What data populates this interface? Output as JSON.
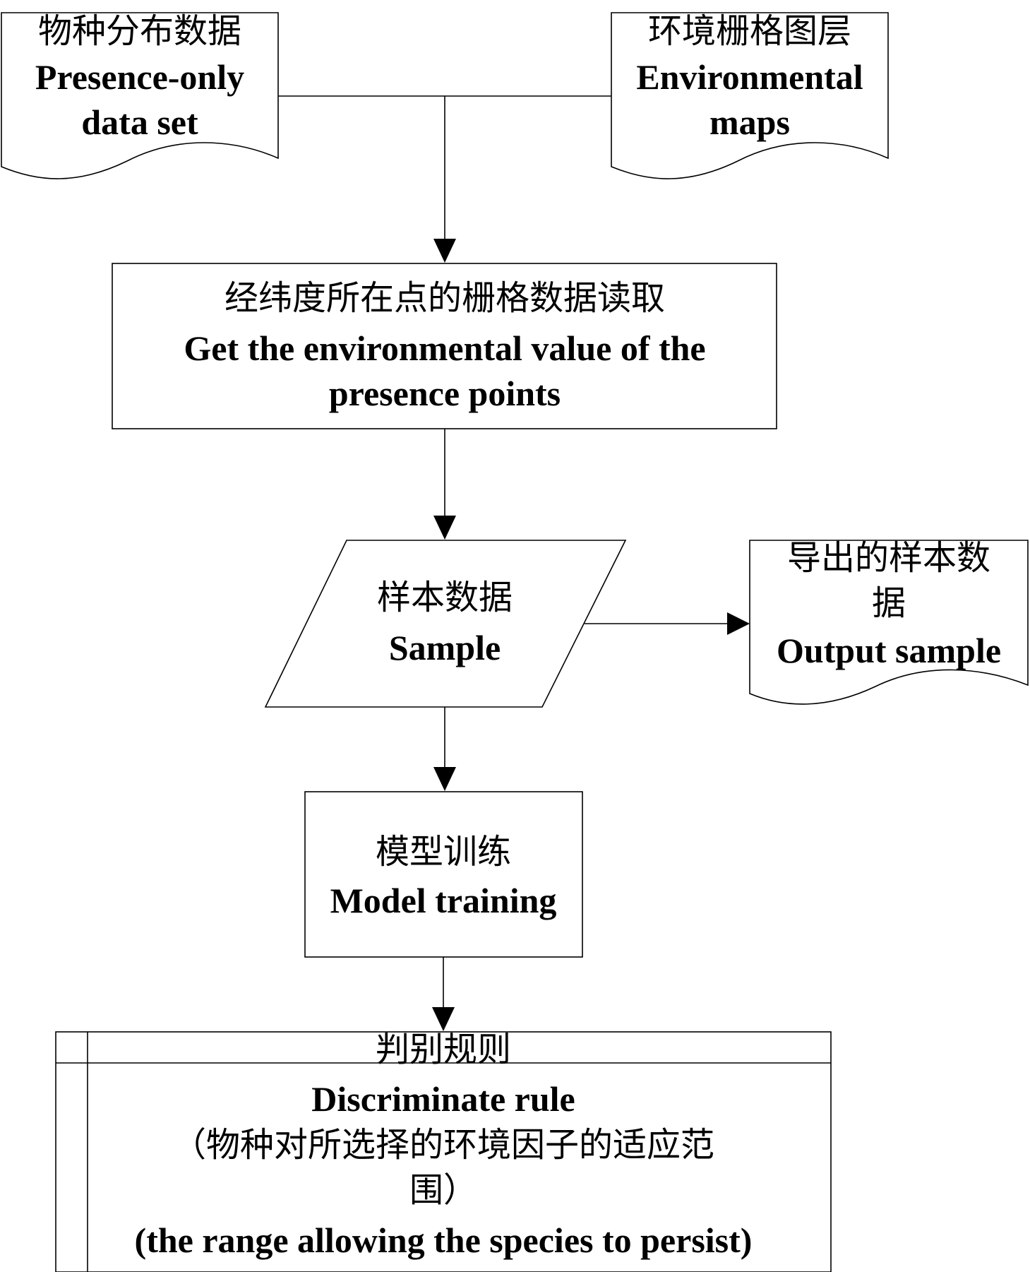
{
  "nodes": {
    "presence_data": {
      "zh": "物种分布数据",
      "en_line1": "Presence-only",
      "en_line2": "data set"
    },
    "env_maps": {
      "zh": "环境栅格图层",
      "en_line1": "Environmental",
      "en_line2": "maps"
    },
    "extract": {
      "zh": "经纬度所在点的栅格数据读取",
      "en_line1": "Get the environmental value of the",
      "en_line2": "presence points"
    },
    "sample": {
      "zh": "样本数据",
      "en": "Sample"
    },
    "output_sample": {
      "zh_line1": "导出的样本数",
      "zh_line2": "据",
      "en": "Output sample"
    },
    "model_training": {
      "zh": "模型训练",
      "en": "Model training"
    },
    "discriminate_rule": {
      "zh": "判别规则",
      "en": "Discriminate rule",
      "zh_note_line1": "（物种对所选择的环境因子的适应范",
      "zh_note_line2": "围）",
      "en_note": "(the range allowing the species to persist)"
    }
  },
  "edges": [
    {
      "from": "presence_data",
      "to": "extract"
    },
    {
      "from": "env_maps",
      "to": "extract"
    },
    {
      "from": "extract",
      "to": "sample"
    },
    {
      "from": "sample",
      "to": "output_sample"
    },
    {
      "from": "sample",
      "to": "model_training"
    },
    {
      "from": "model_training",
      "to": "discriminate_rule"
    }
  ]
}
